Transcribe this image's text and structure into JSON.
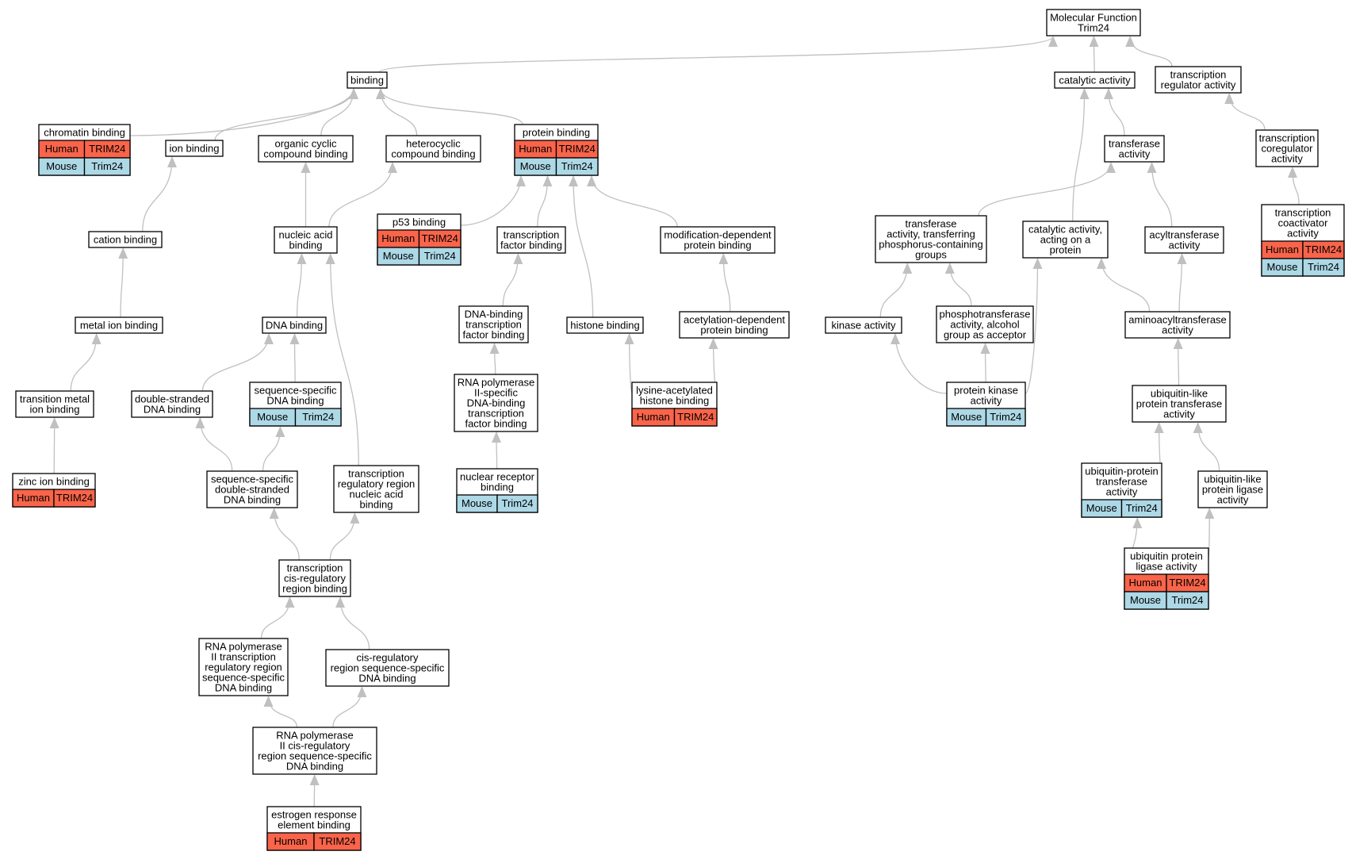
{
  "colors": {
    "human_fill": "#f9644a",
    "mouse_fill": "#add8e6",
    "edge": "#c0c0c0",
    "node_stroke": "#000000"
  },
  "nodes": {
    "molecular_function": {
      "lines": [
        "Molecular Function",
        "Trim24"
      ]
    },
    "binding": {
      "lines": [
        "binding"
      ]
    },
    "catalytic_activity": {
      "lines": [
        "catalytic activity"
      ]
    },
    "transcription_regulator_activity": {
      "lines": [
        "transcription",
        "regulator activity"
      ]
    },
    "chromatin_binding": {
      "lines": [
        "chromatin binding"
      ],
      "human": [
        "Human",
        "TRIM24"
      ],
      "mouse": [
        "Mouse",
        "Trim24"
      ]
    },
    "ion_binding": {
      "lines": [
        "ion binding"
      ]
    },
    "organic_cyclic_compound_binding": {
      "lines": [
        "organic cyclic",
        "compound binding"
      ]
    },
    "heterocyclic_compound_binding": {
      "lines": [
        "heterocyclic",
        "compound binding"
      ]
    },
    "protein_binding": {
      "lines": [
        "protein binding"
      ],
      "human": [
        "Human",
        "TRIM24"
      ],
      "mouse": [
        "Mouse",
        "Trim24"
      ]
    },
    "transferase_activity": {
      "lines": [
        "transferase",
        "activity"
      ]
    },
    "transcription_coregulator_activity": {
      "lines": [
        "transcription",
        "coregulator",
        "activity"
      ]
    },
    "cation_binding": {
      "lines": [
        "cation binding"
      ]
    },
    "nucleic_acid_binding": {
      "lines": [
        "nucleic acid",
        "binding"
      ]
    },
    "p53_binding": {
      "lines": [
        "p53 binding"
      ],
      "human": [
        "Human",
        "TRIM24"
      ],
      "mouse": [
        "Mouse",
        "Trim24"
      ]
    },
    "transcription_factor_binding": {
      "lines": [
        "transcription",
        "factor binding"
      ]
    },
    "modification_dependent_protein_binding": {
      "lines": [
        "modification-dependent",
        "protein binding"
      ]
    },
    "transferase_phosphorus": {
      "lines": [
        "transferase",
        "activity, transferring",
        "phosphorus-containing",
        "groups"
      ]
    },
    "catalytic_activity_on_protein": {
      "lines": [
        "catalytic activity,",
        "acting on a",
        "protein"
      ]
    },
    "acyltransferase_activity": {
      "lines": [
        "acyltransferase",
        "activity"
      ]
    },
    "transcription_coactivator_activity": {
      "lines": [
        "transcription",
        "coactivator",
        "activity"
      ],
      "human": [
        "Human",
        "TRIM24"
      ],
      "mouse": [
        "Mouse",
        "Trim24"
      ]
    },
    "metal_ion_binding": {
      "lines": [
        "metal ion binding"
      ]
    },
    "dna_binding": {
      "lines": [
        "DNA binding"
      ]
    },
    "dna_binding_tf_binding": {
      "lines": [
        "DNA-binding",
        "transcription",
        "factor binding"
      ]
    },
    "histone_binding": {
      "lines": [
        "histone binding"
      ]
    },
    "acetylation_dependent_protein_binding": {
      "lines": [
        "acetylation-dependent",
        "protein binding"
      ]
    },
    "kinase_activity": {
      "lines": [
        "kinase activity"
      ]
    },
    "phosphotransferase_alcohol": {
      "lines": [
        "phosphotransferase",
        "activity, alcohol",
        "group as acceptor"
      ]
    },
    "aminoacyltransferase_activity": {
      "lines": [
        "aminoacyltransferase",
        "activity"
      ]
    },
    "transition_metal_ion_binding": {
      "lines": [
        "transition metal",
        "ion binding"
      ]
    },
    "double_stranded_dna_binding": {
      "lines": [
        "double-stranded",
        "DNA binding"
      ]
    },
    "sequence_specific_dna_binding": {
      "lines": [
        "sequence-specific",
        "DNA binding"
      ],
      "mouse": [
        "Mouse",
        "Trim24"
      ]
    },
    "rna_pol2_specific_tf_binding": {
      "lines": [
        "RNA polymerase",
        "II-specific",
        "DNA-binding",
        "transcription",
        "factor binding"
      ]
    },
    "lysine_acetylated_histone_binding": {
      "lines": [
        "lysine-acetylated",
        "histone binding"
      ],
      "human": [
        "Human",
        "TRIM24"
      ]
    },
    "protein_kinase_activity": {
      "lines": [
        "protein kinase",
        "activity"
      ],
      "mouse": [
        "Mouse",
        "Trim24"
      ]
    },
    "ubiquitin_like_protein_transferase": {
      "lines": [
        "ubiquitin-like",
        "protein transferase",
        "activity"
      ]
    },
    "zinc_ion_binding": {
      "lines": [
        "zinc ion binding"
      ],
      "human": [
        "Human",
        "TRIM24"
      ]
    },
    "seq_specific_ds_dna_binding": {
      "lines": [
        "sequence-specific",
        "double-stranded",
        "DNA binding"
      ]
    },
    "transcription_regulatory_region_na_binding": {
      "lines": [
        "transcription",
        "regulatory region",
        "nucleic acid",
        "binding"
      ]
    },
    "nuclear_receptor_binding": {
      "lines": [
        "nuclear receptor",
        "binding"
      ],
      "mouse": [
        "Mouse",
        "Trim24"
      ]
    },
    "ubiquitin_protein_transferase": {
      "lines": [
        "ubiquitin-protein",
        "transferase",
        "activity"
      ],
      "mouse": [
        "Mouse",
        "Trim24"
      ]
    },
    "ubiquitin_like_protein_ligase": {
      "lines": [
        "ubiquitin-like",
        "protein ligase",
        "activity"
      ]
    },
    "transcription_cis_regulatory_region_binding": {
      "lines": [
        "transcription",
        "cis-regulatory",
        "region binding"
      ]
    },
    "ubiquitin_protein_ligase_activity": {
      "lines": [
        "ubiquitin protein",
        "ligase activity"
      ],
      "human": [
        "Human",
        "TRIM24"
      ],
      "mouse": [
        "Mouse",
        "Trim24"
      ]
    },
    "rna_pol2_transcription_regulatory_region": {
      "lines": [
        "RNA polymerase",
        "II transcription",
        "regulatory region",
        "sequence-specific",
        "DNA binding"
      ]
    },
    "cis_regulatory_region_seq_specific": {
      "lines": [
        "cis-regulatory",
        "region sequence-specific",
        "DNA binding"
      ]
    },
    "rna_pol2_cis_regulatory_region": {
      "lines": [
        "RNA polymerase",
        "II cis-regulatory",
        "region sequence-specific",
        "DNA binding"
      ]
    },
    "estrogen_response_element_binding": {
      "lines": [
        "estrogen response",
        "element binding"
      ],
      "human": [
        "Human",
        "TRIM24"
      ]
    }
  }
}
